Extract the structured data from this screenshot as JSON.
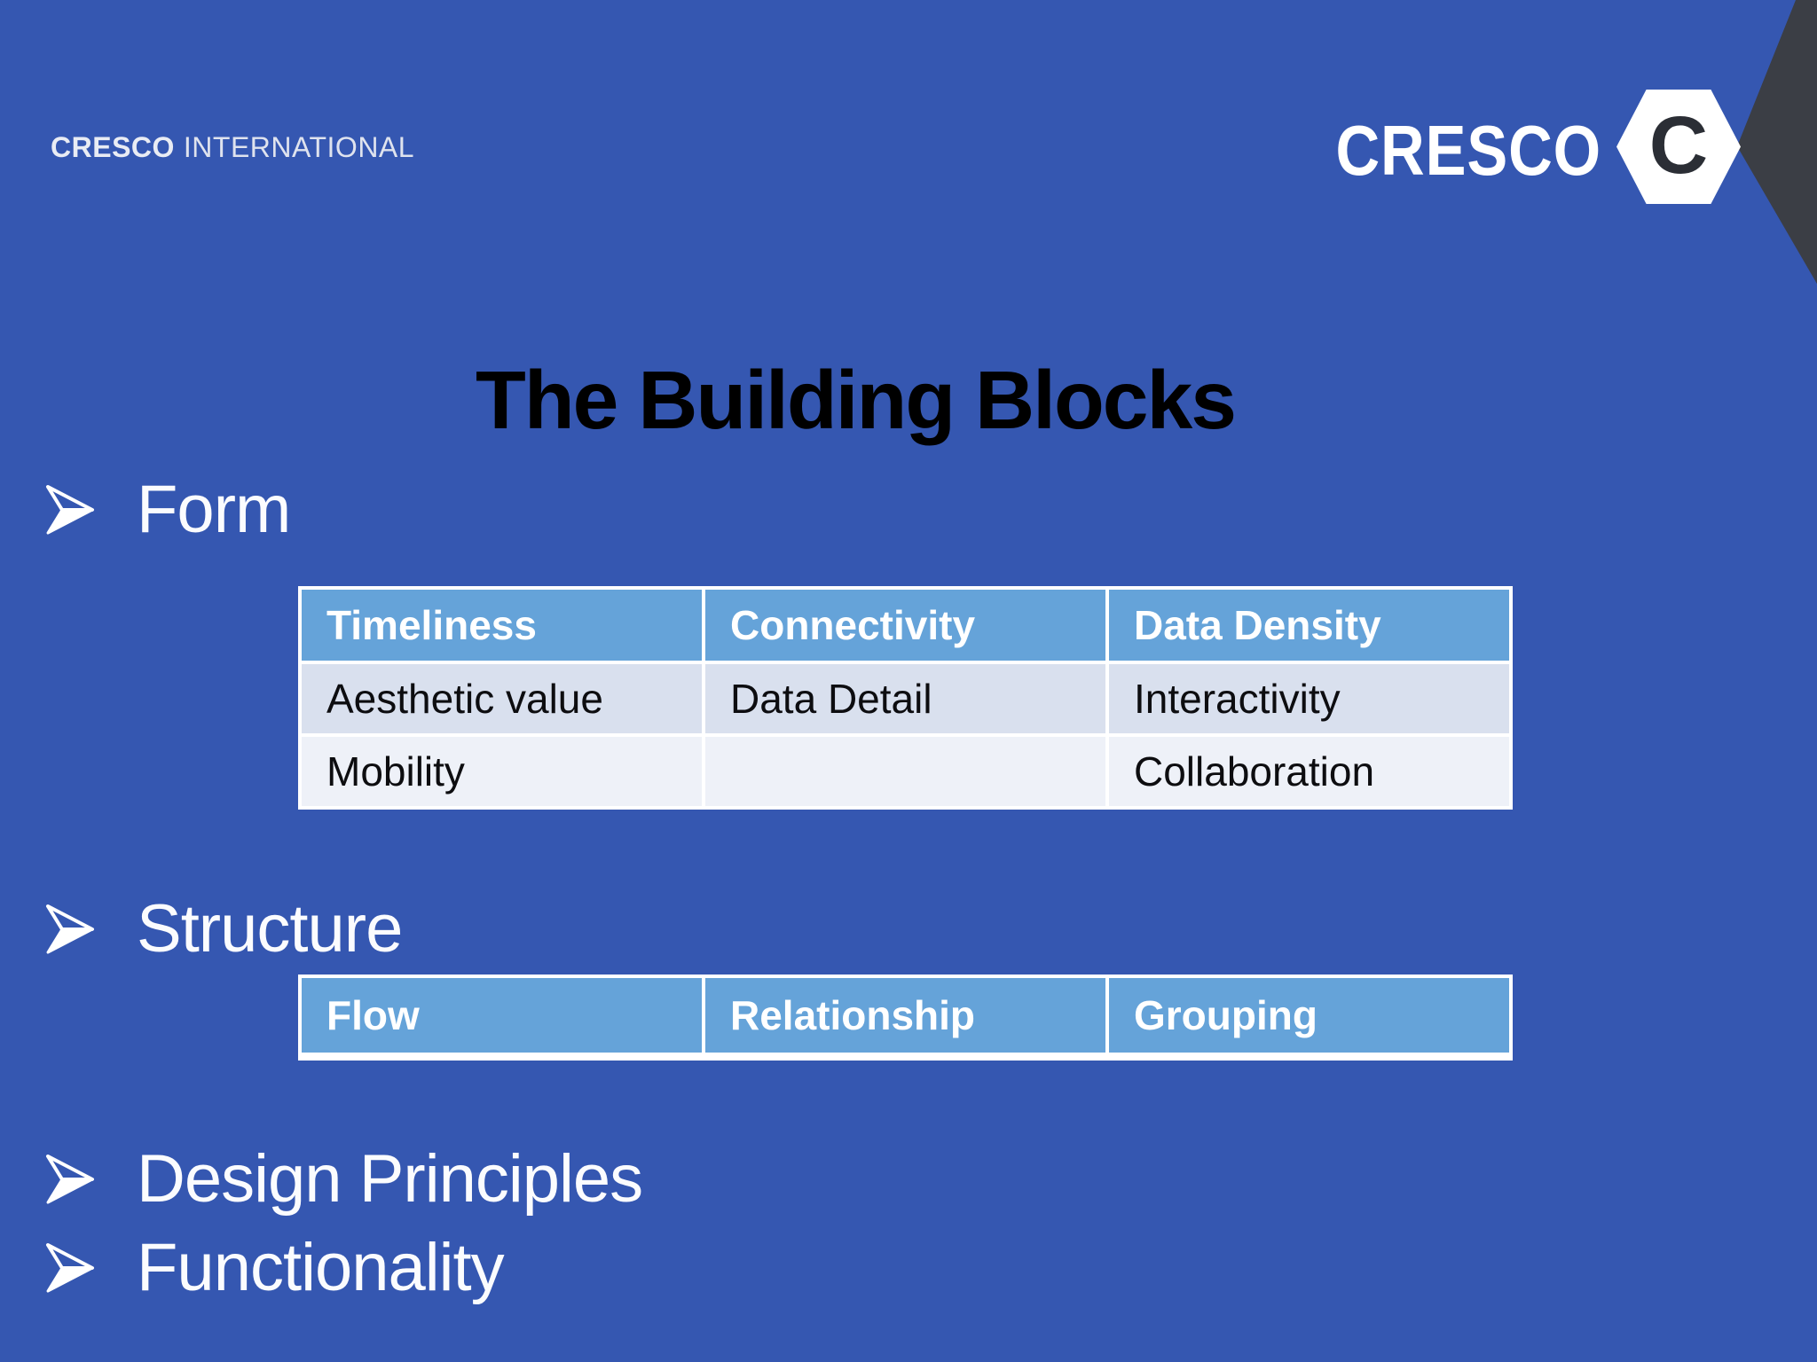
{
  "brand_top_left": {
    "primary": "CRESCO",
    "secondary": "INTERNATIONAL"
  },
  "brand_top_right": {
    "wordmark": "CRESCO",
    "badge_letter": "C"
  },
  "title": "The Building Blocks",
  "bullets": [
    {
      "label": "Form"
    },
    {
      "label": "Structure"
    },
    {
      "label": "Design Principles"
    },
    {
      "label": "Functionality"
    }
  ],
  "form_table": {
    "headers": [
      "Timeliness",
      "Connectivity",
      "Data Density"
    ],
    "rows": [
      [
        "Aesthetic value",
        "Data Detail",
        "Interactivity"
      ],
      [
        "Mobility",
        "",
        "Collaboration"
      ]
    ]
  },
  "structure_table": {
    "headers": [
      "Flow",
      "Relationship",
      "Grouping"
    ]
  },
  "colors": {
    "background": "#3557b1",
    "table_header_blue": "#65a3d9",
    "table_row_light": "#d9e0ee",
    "table_row_lighter": "#eef1f8",
    "corner_wedge": "#3b3e45",
    "title_text": "#000000",
    "slide_text": "#ffffff"
  }
}
